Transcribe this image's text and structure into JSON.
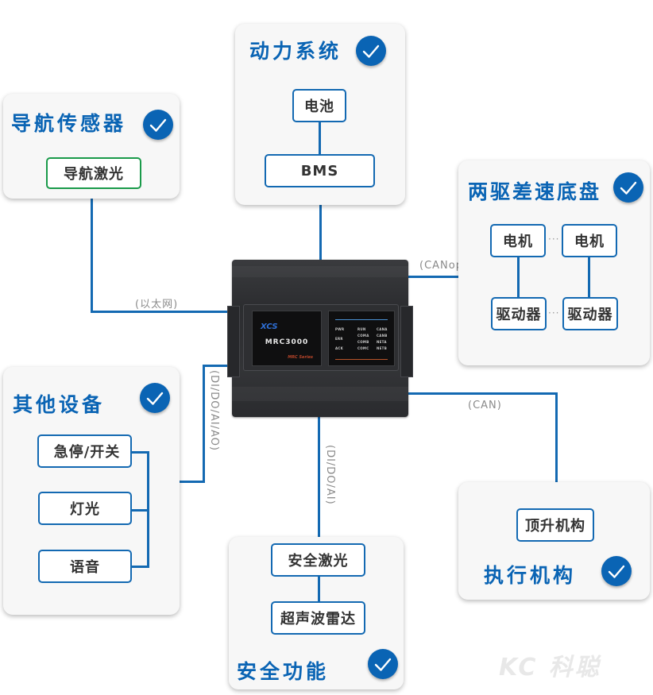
{
  "controller": {
    "brand": "XCS",
    "model": "MRC3000",
    "series": "MRC Series",
    "leds": {
      "col1": [
        "PWR",
        "ERR",
        "ACK"
      ],
      "col2": [
        "RUN",
        "COMA",
        "COMB",
        "COMC"
      ],
      "col3": [
        "CANA",
        "CANB",
        "NETA",
        "NETB"
      ]
    }
  },
  "groups": {
    "power": {
      "title": "动力系统",
      "nodes": [
        "电池",
        "BMS"
      ],
      "checked": true
    },
    "navigation": {
      "title": "导航传感器",
      "nodes": [
        "导航激光"
      ],
      "checked": true
    },
    "chassis": {
      "title": "两驱差速底盘",
      "motors": [
        "电机",
        "电机"
      ],
      "drivers": [
        "驱动器",
        "驱动器"
      ],
      "ellipsis": "···",
      "checked": true
    },
    "other": {
      "title": "其他设备",
      "nodes": [
        "急停/开关",
        "灯光",
        "语音"
      ],
      "checked": true
    },
    "safety": {
      "title": "安全功能",
      "nodes": [
        "安全激光",
        "超声波雷达"
      ],
      "checked": true
    },
    "actuator": {
      "title": "执行机构",
      "nodes": [
        "顶升机构"
      ],
      "checked": true
    }
  },
  "buses": {
    "ethernet": "(以太网)",
    "canopen": "(CANopen)",
    "can": "(CAN)",
    "io_other": "(DI/DO/AI/AO)",
    "io_safety": "(DI/DO/AI)"
  },
  "colors": {
    "accent": "#0a64b4",
    "line": "#1369b2",
    "nav_node_border": "#1a9a4a",
    "card_bg": "#f7f7f7",
    "label_gray": "#8a8a8a"
  },
  "watermark": "KC 科聪"
}
